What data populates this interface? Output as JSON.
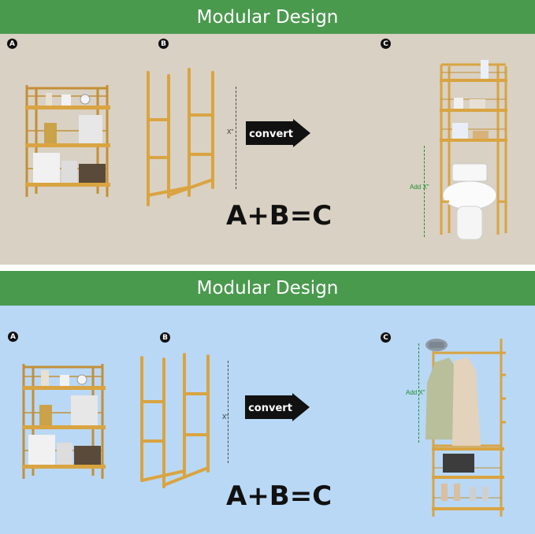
{
  "panels": [
    {
      "banner_title": "Modular Design",
      "badges": [
        "A",
        "B",
        "C"
      ],
      "formula": "A+B=C",
      "arrow_label": "convert",
      "frame_dimension_label": "X\"",
      "result_dimension_label": "Add X\"",
      "result_product": "over-the-toilet storage rack",
      "background": "#d9d1c3"
    },
    {
      "banner_title": "Modular Design",
      "badges": [
        "A",
        "B",
        "C"
      ],
      "formula": "A+B=C",
      "arrow_label": "convert",
      "frame_dimension_label": "X\"",
      "result_dimension_label": "Add X\"",
      "result_product": "garment rack with shoe shelves",
      "background": "#b9d8f5"
    }
  ],
  "colors": {
    "banner": "#4a9a4e",
    "bamboo": "#d9a441",
    "bamboo_dark": "#b8832a",
    "dimension_green": "#1e8e2e"
  }
}
